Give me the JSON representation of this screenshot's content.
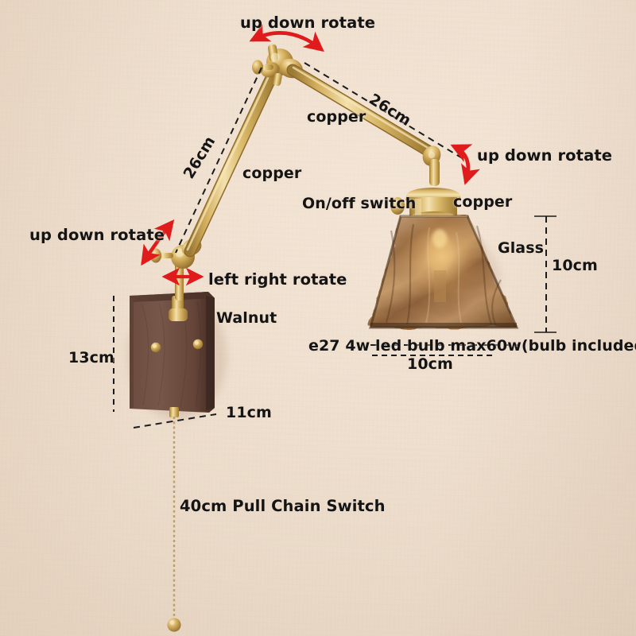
{
  "image": {
    "subject": "wall lamp product dimension diagram",
    "background_color": "#efdfcf",
    "arrow_color": "#e01b1b",
    "text_color": "#141414",
    "brass_color": "#c9a24a",
    "walnut_color": "#6b4a3e",
    "glass_color": "#a5784e"
  },
  "labels": {
    "top_rotate": "up down rotate",
    "left_rotate": "up down rotate",
    "right_rotate": "up down rotate",
    "left_right_rotate": "left right rotate",
    "on_off_switch": "On/off switch",
    "copper_upper": "copper",
    "copper_lower": "copper",
    "copper_socket": "copper",
    "walnut": "Walnut",
    "glass": "Glass",
    "bulb_spec": "e27 4w led bulb max60w(bulb included)",
    "pull_chain": "40cm Pull Chain Switch"
  },
  "dimensions": {
    "upper_arm": "26cm",
    "lower_arm": "26cm",
    "shade_height": "10cm",
    "shade_width": "10cm",
    "plate_height": "13cm",
    "plate_width": "11cm"
  }
}
